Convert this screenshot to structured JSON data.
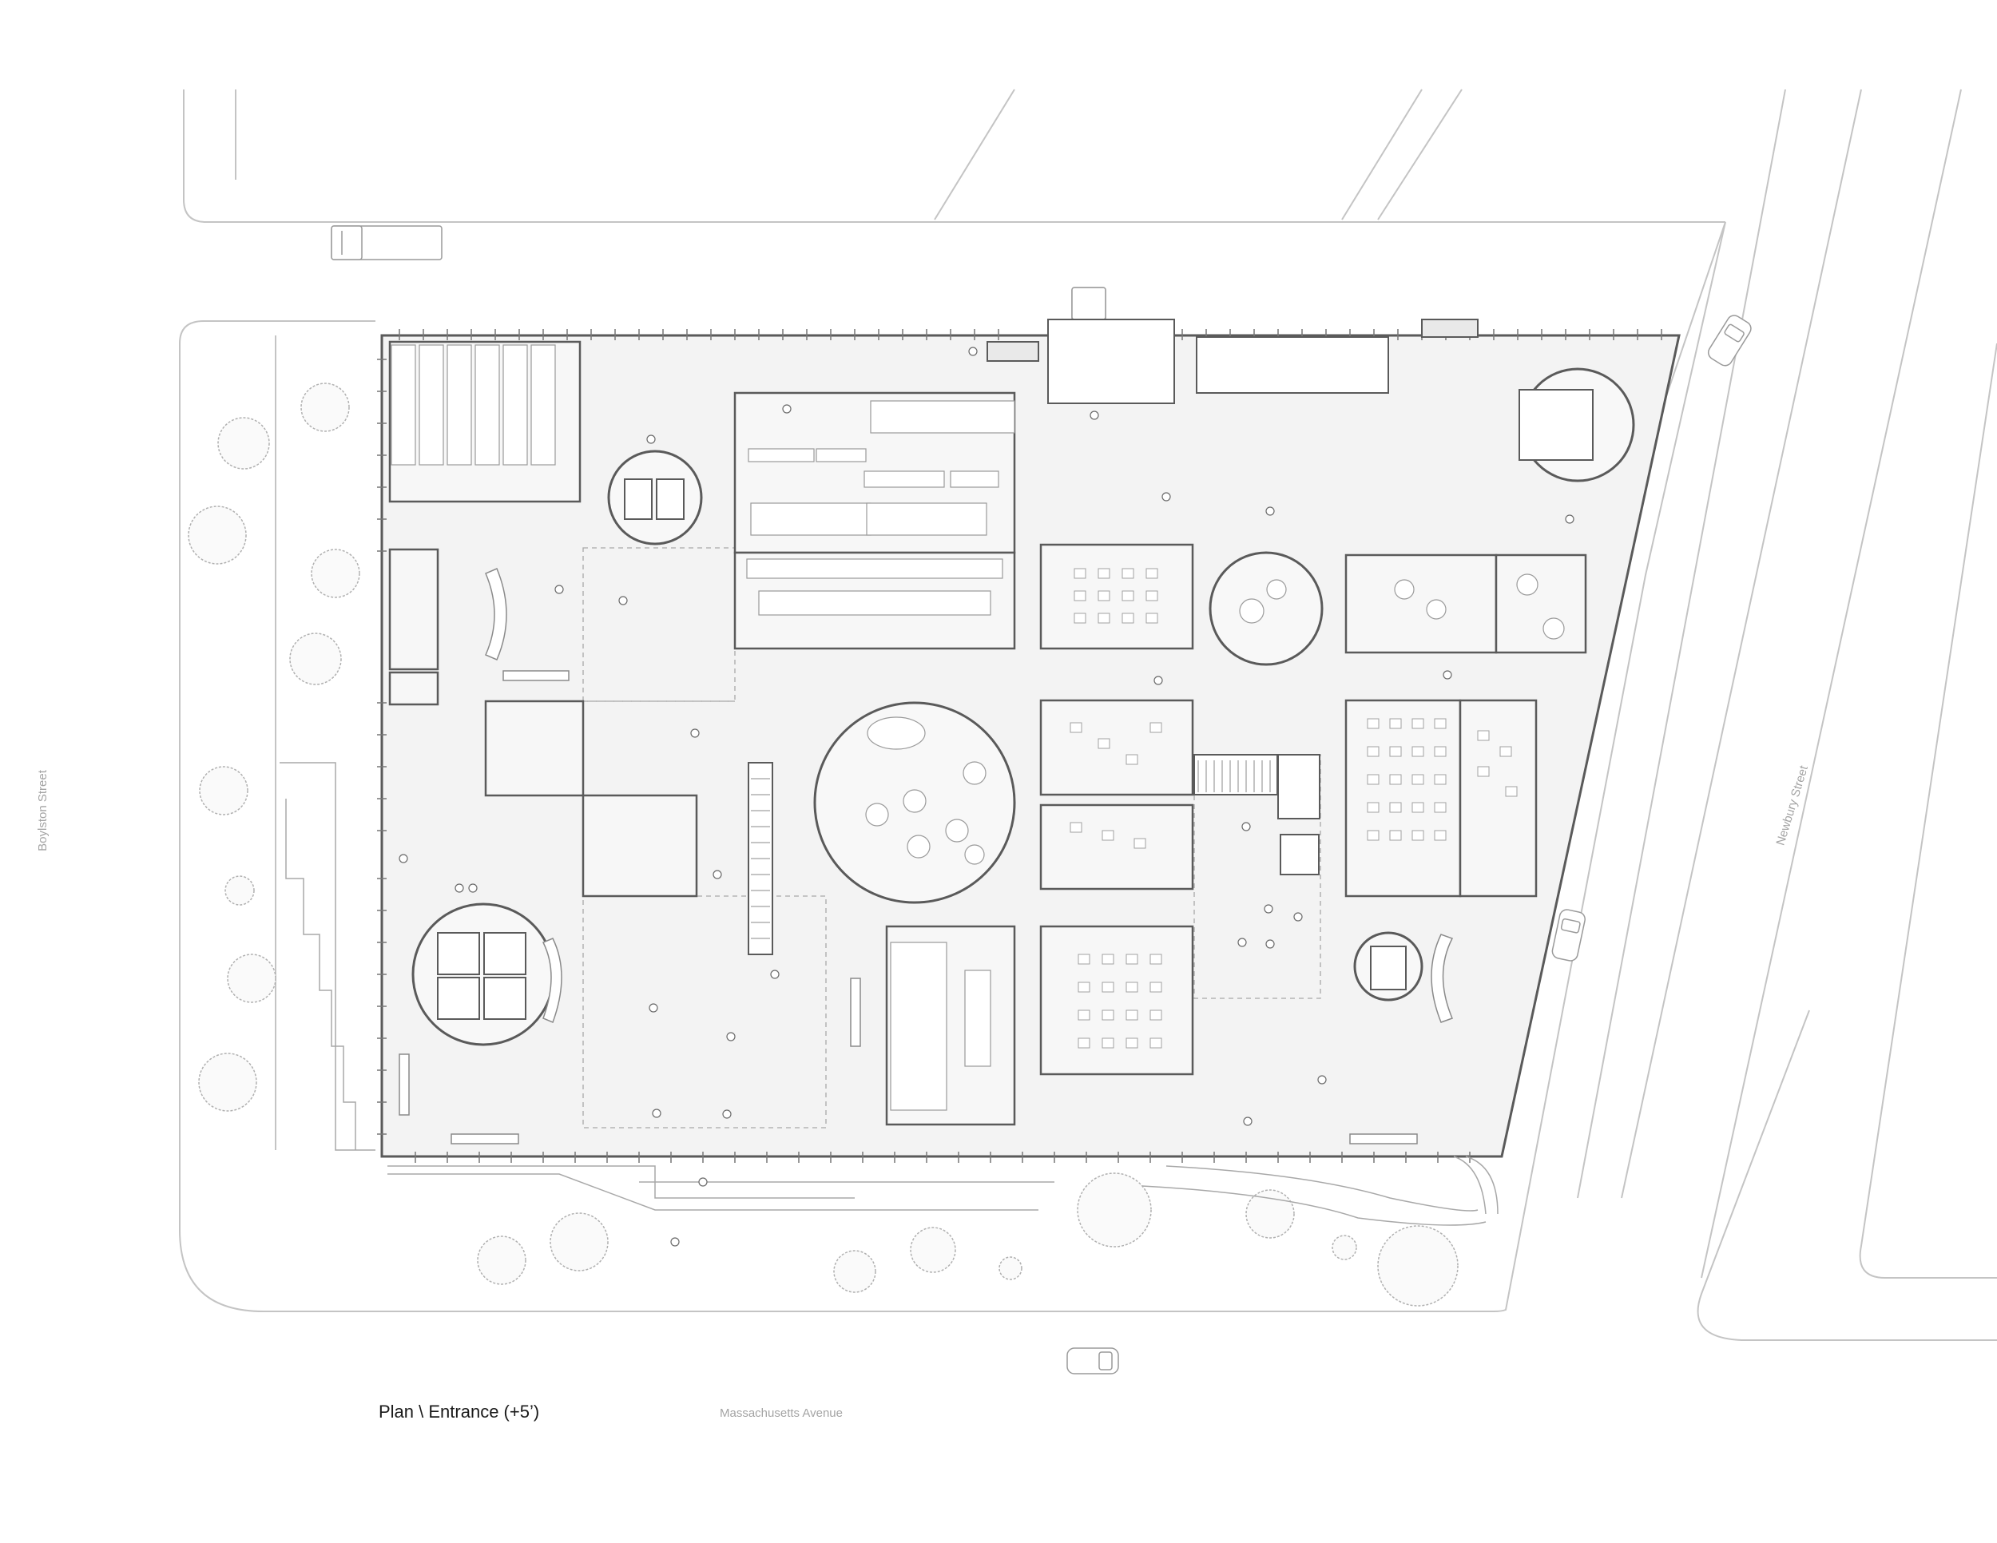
{
  "plan": {
    "title": "Plan \\ Entrance (+5’)",
    "streets": {
      "south": "Massachusetts Avenue",
      "west": "Boylston Street",
      "east": "Newbury Street"
    }
  },
  "colors": {
    "line": "#b8b8b8",
    "wall": "#5a5a5a",
    "floor": "#f3f3f3",
    "furniture": "#9a9a9a",
    "text": "#1a1a1a",
    "label": "#a4a4a4"
  }
}
